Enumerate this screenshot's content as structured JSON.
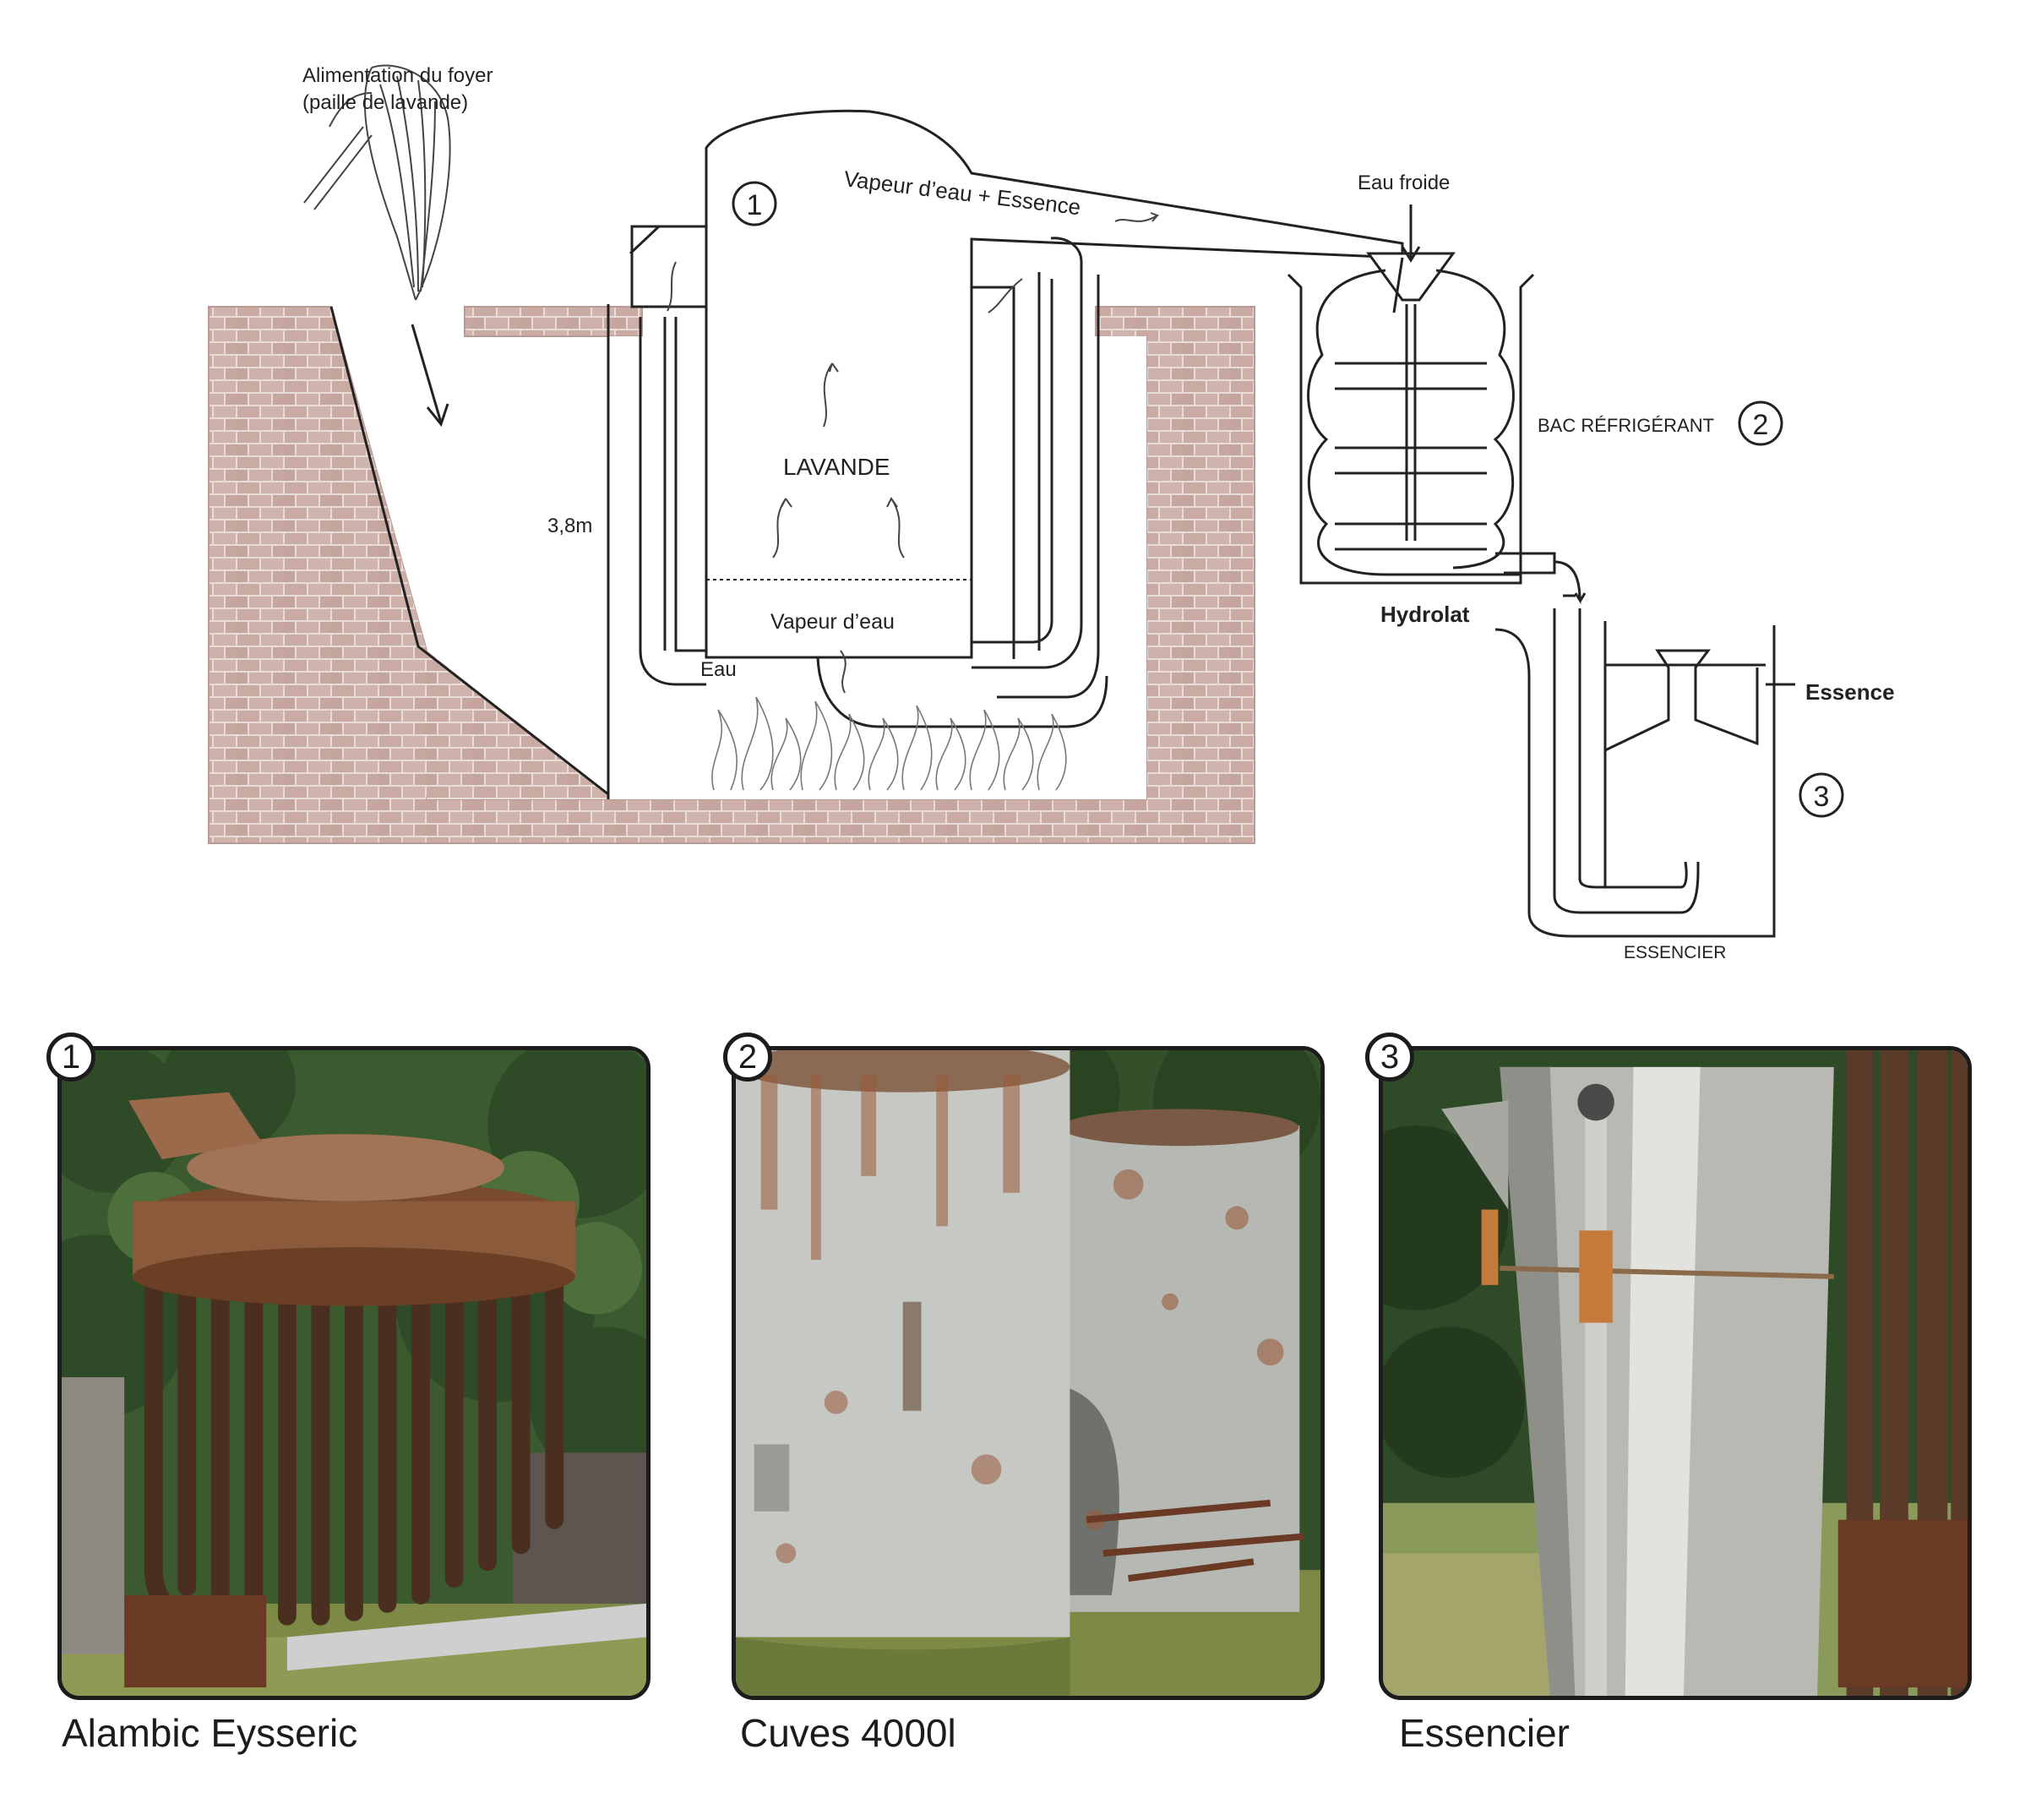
{
  "diagram": {
    "feed_label_line1": "Alimentation du foyer",
    "feed_label_line2": "(paille de lavande)",
    "vapor_essence": "Vapeur d’eau + Essence",
    "cold_water": "Eau froide",
    "lavande": "LAVANDE",
    "height": "3,8m",
    "vapor": "Vapeur d’eau",
    "water": "Eau",
    "cooling_tank": "BAC RÉFRIGÉRANT",
    "hydrolat": "Hydrolat",
    "essence": "Essence",
    "essencier": "ESSENCIER",
    "marker_1": "1",
    "marker_2": "2",
    "marker_3": "3"
  },
  "photos": [
    {
      "number": "1",
      "caption": "Alambic Eysseric"
    },
    {
      "number": "2",
      "caption": "Cuves 4000l"
    },
    {
      "number": "3",
      "caption": "Essencier"
    }
  ],
  "colors": {
    "brick": "#c9aba4",
    "mortar": "#e9dcd8",
    "line": "#222222",
    "foliage": "#2f4a26",
    "rust": "#7a4a2c",
    "steel": "#b9b9b4",
    "grass": "#7c8a45"
  }
}
